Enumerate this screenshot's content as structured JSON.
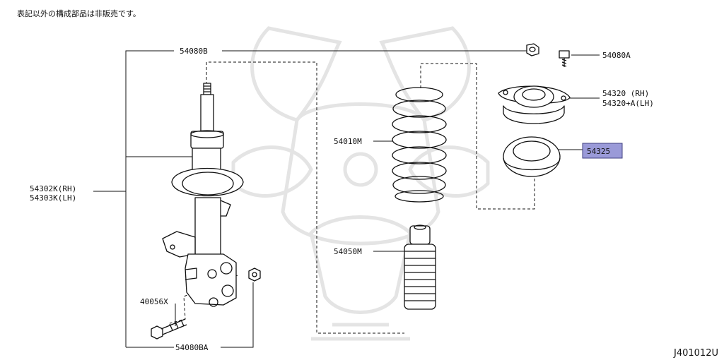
{
  "note": "表記以外の構成部品は非販売です。",
  "diagram_code": "J401012U",
  "highlight_color": "#9a9ad8",
  "labels": {
    "bolt_kit_top": "54080B",
    "bolt_kit_a": "54080A",
    "mount_rh": "54320 (RH)",
    "mount_lh": "54320+A(LH)",
    "bearing": "54325",
    "spring": "54010M",
    "bump_stop": "54050M",
    "strut_rh": "54302K(RH)",
    "strut_lh": "54303K(LH)",
    "bolt": "40056X",
    "bolt_kit_bottom": "54080BA"
  },
  "watermark": "samurai-mask-logo"
}
